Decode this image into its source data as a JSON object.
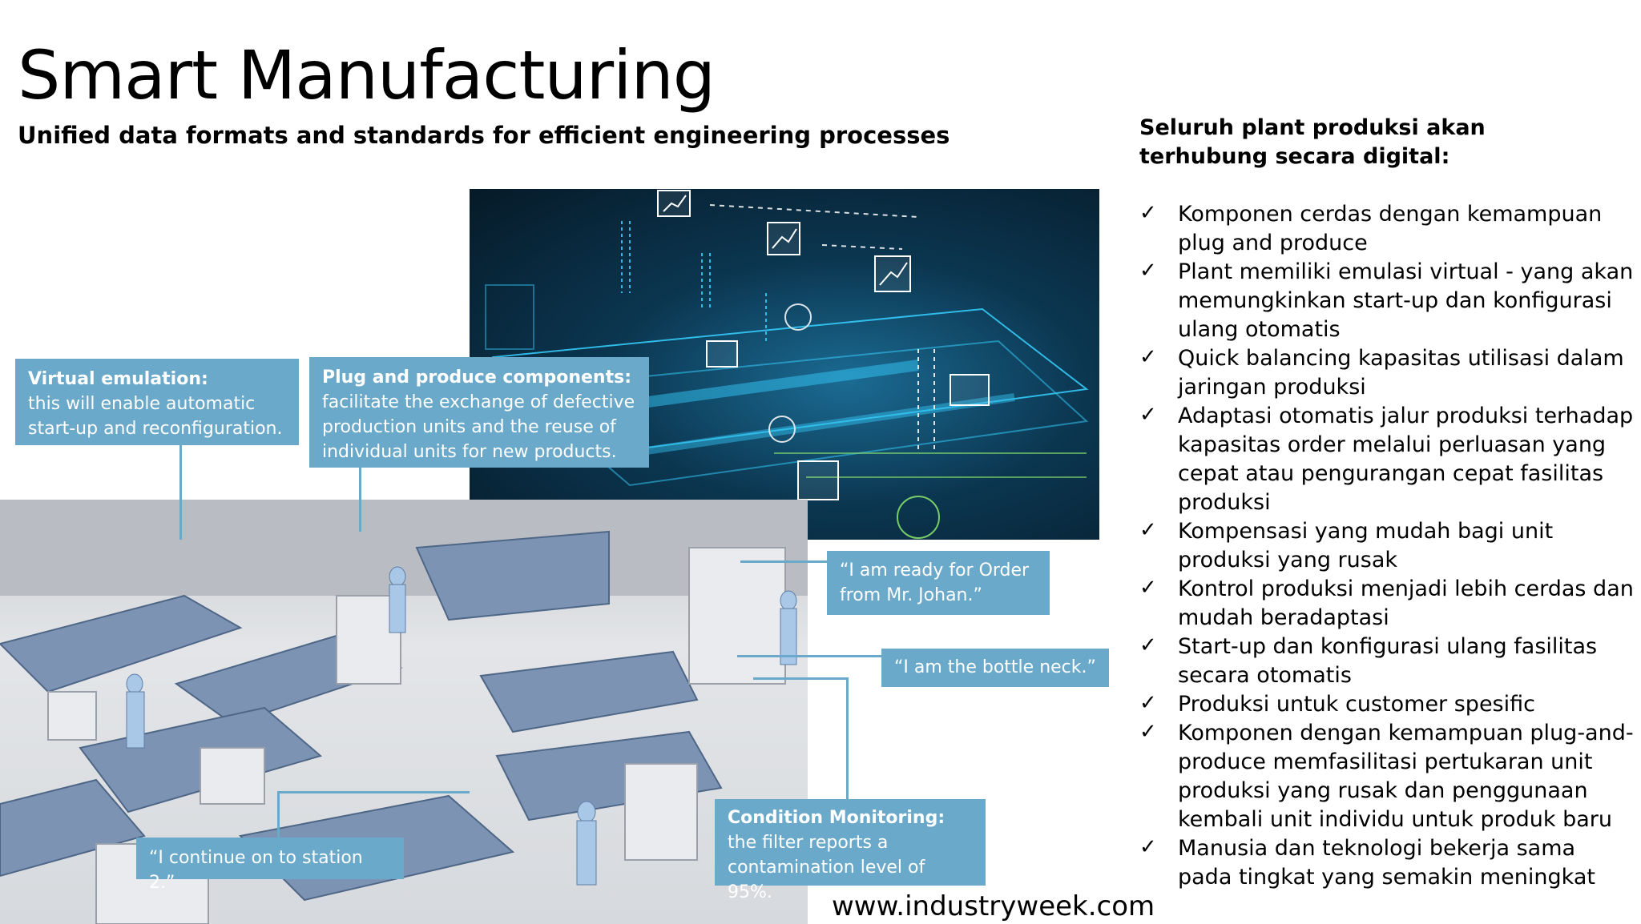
{
  "title": "Smart Manufacturing",
  "subtitle": "Unified data formats and standards for efficient engineering processes",
  "callouts": {
    "virtual": {
      "heading": "Virtual emulation:",
      "body": "this will enable automatic\nstart-up and reconfiguration."
    },
    "plug": {
      "heading": "Plug and produce components:",
      "body": "facilitate the exchange of defective\nproduction units and the reuse of\nindividual units for new products."
    },
    "order": {
      "body": "“I am ready for Order\nfrom Mr. Johan.”"
    },
    "bottle": {
      "body": "“I am the bottle neck.”"
    },
    "station": {
      "body": "“I continue on to station 2.”"
    },
    "condition": {
      "heading": "Condition Monitoring:",
      "body": "the filter reports a\ncontamination level of 95%."
    }
  },
  "source": "www.industryweek.com",
  "right": {
    "heading": "Seluruh plant produksi akan terhubung secara digital:",
    "check_glyph": "✓",
    "items": [
      "Komponen cerdas dengan kemampuan plug and produce",
      "Plant memiliki emulasi virtual - yang akan memungkinkan start-up dan konfigurasi ulang otomatis",
      "Quick balancing  kapasitas utilisasi dalam jaringan produksi",
      "Adaptasi otomatis jalur produksi terhadap kapasitas order melalui perluasan yang cepat atau pengurangan cepat fasilitas produksi",
      "Kompensasi yang mudah bagi unit produksi yang rusak",
      "Kontrol produksi menjadi lebih cerdas dan mudah beradaptasi",
      "Start-up dan konfigurasi ulang fasilitas secara otomatis",
      "Produksi untuk customer spesific",
      "Komponen dengan kemampuan plug-and-produce memfasilitasi pertukaran unit produksi yang rusak dan penggunaan kembali unit individu untuk produk baru",
      "Manusia dan teknologi bekerja sama pada tingkat yang semakin meningkat"
    ]
  },
  "colors": {
    "callout": "#6aa9c9",
    "hologram_line": "#37d0ff"
  }
}
